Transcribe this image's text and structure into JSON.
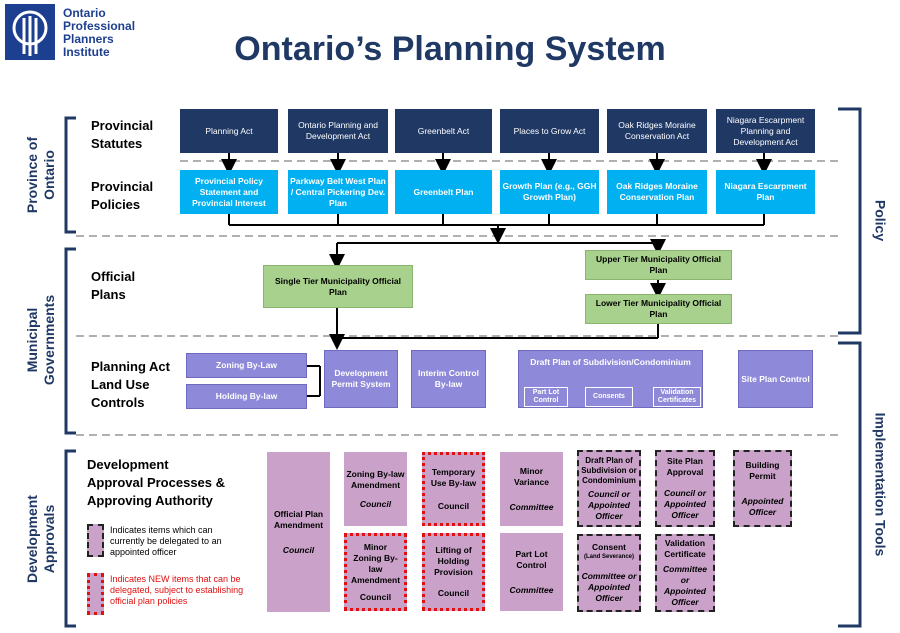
{
  "header": {
    "org_line1": "Ontario",
    "org_line2": "Professional",
    "org_line3": "Planners",
    "org_line4": "Institute",
    "title": "Ontario’s Planning System"
  },
  "side_labels": {
    "province": [
      "Province of",
      "Ontario"
    ],
    "municipal": [
      "Municipal",
      "Governments"
    ],
    "development": [
      "Development",
      "Approvals"
    ],
    "policy": "Policy",
    "implementation": "Implementation Tools"
  },
  "row_labels": {
    "statutes": [
      "Provincial",
      "Statutes"
    ],
    "policies": [
      "Provincial",
      "Policies"
    ],
    "official_plans": [
      "Official",
      "Plans"
    ],
    "controls": [
      "Planning Act",
      "Land Use",
      "Controls"
    ],
    "approvals": [
      "Development",
      "Approval Processes &",
      "Approving Authority"
    ]
  },
  "statutes": [
    "Planning Act",
    "Ontario Planning and Development Act",
    "Greenbelt Act",
    "Places to Grow Act",
    "Oak Ridges Moraine Conservation Act",
    "Niagara Escarpment Planning and Development Act"
  ],
  "policies": [
    "Provincial Policy Statement and Provincial Interest",
    "Parkway Belt West Plan / Central Pickering Dev. Plan",
    "Greenbelt Plan",
    "Growth Plan (e.g., GGH Growth Plan)",
    "Oak Ridges Moraine Conservation Plan",
    "Niagara Escarpment Plan"
  ],
  "official_plans": {
    "single": "Single Tier Municipality Official Plan",
    "upper": "Upper Tier Municipality Official Plan",
    "lower": "Lower Tier Municipality Official Plan"
  },
  "controls": {
    "zoning": "Zoning By-Law",
    "holding": "Holding By-law",
    "dev_permit": "Development Permit System",
    "interim": "Interim Control By-law",
    "draft_plan": "Draft Plan of Subdivision/Condominium",
    "part_lot": "Part Lot Control",
    "consents": "Consents",
    "validation": "Validation Certificates",
    "site_plan": "Site Plan Control"
  },
  "approvals": {
    "opa": {
      "name": "Official Plan Amendment",
      "authority": "Council"
    },
    "zba": {
      "name": "Zoning By-law Amendment",
      "authority": "Council"
    },
    "minor_zba": {
      "name": "Minor Zoning By-law Amendment",
      "authority": "Council"
    },
    "temp_use": {
      "name": "Temporary Use By-law",
      "authority": "Council"
    },
    "lift_holding": {
      "name": "Lifting of Holding Provision",
      "authority": "Council"
    },
    "minor_var": {
      "name": "Minor Variance",
      "authority": "Committee"
    },
    "part_lot": {
      "name": "Part Lot Control",
      "authority": "Committee"
    },
    "draft_plan": {
      "name": "Draft Plan of Subdivision or Condominium",
      "authority": "Council or Appointed Officer"
    },
    "consent": {
      "name": "Consent",
      "sub": "(Land Severance)",
      "authority": "Committee or Appointed Officer"
    },
    "site_plan": {
      "name": "Site Plan Approval",
      "authority": "Council or Appointed Officer"
    },
    "validation": {
      "name": "Validation Certificate",
      "authority": "Committee or Appointed Officer"
    },
    "building": {
      "name": "Building Permit",
      "authority": "Appointed Officer"
    }
  },
  "legend": {
    "black": "Indicates items which can currently be delegated to an appointed officer",
    "red": "Indicates NEW items that can be delegated, subject to establishing official plan policies"
  },
  "colors": {
    "navy": "#1f3864",
    "cyan": "#00b0f0",
    "green": "#a9d18e",
    "lavender": "#8e89d8",
    "pink": "#c9a1c9",
    "red": "#e01010"
  }
}
